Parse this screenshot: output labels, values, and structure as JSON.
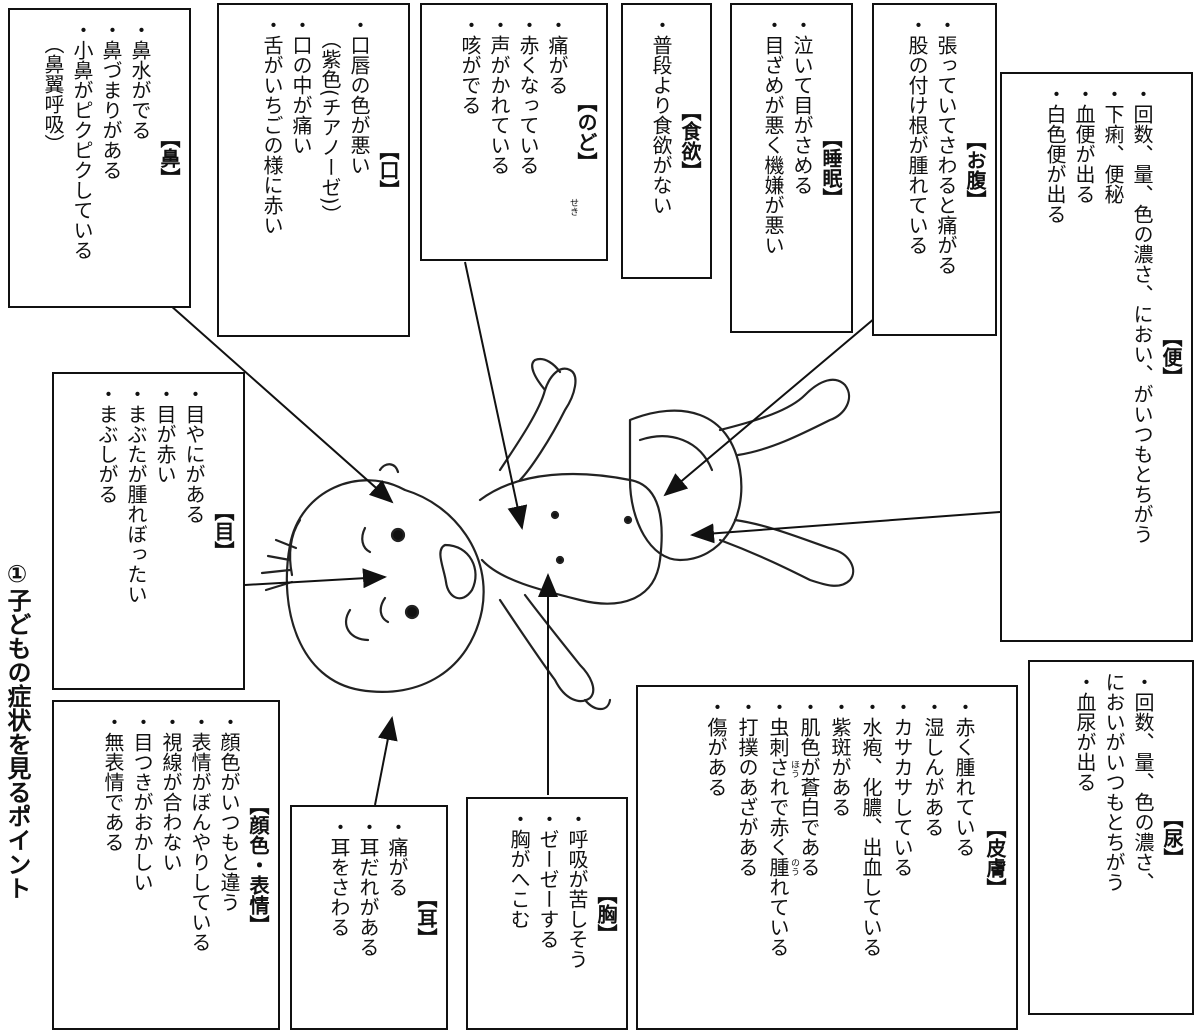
{
  "title": "①子どもの症状を見るポイント",
  "boxes": {
    "nose": {
      "heading": "【鼻】",
      "items": [
        "・鼻水がでる",
        "・鼻づまりがある",
        "・小鼻がピクピクしている"
      ],
      "note": "（鼻翼呼吸）"
    },
    "mouth": {
      "heading": "【口】",
      "items": [
        "・口唇の色が悪い",
        "・口の中が痛い",
        "・舌がいちごの様に赤い"
      ],
      "note": "（紫色(チアノーゼ)）"
    },
    "throat": {
      "heading": "【のど】",
      "items": [
        "・痛がる",
        "・赤くなっている",
        "・声がかれている",
        "・咳がでる"
      ]
    },
    "appetite": {
      "heading": "【食欲】",
      "items": [
        "・普段より食欲がない"
      ]
    },
    "sleep": {
      "heading": "【睡眠】",
      "items": [
        "・泣いて目がさめる",
        "・目ざめが悪く機嫌が悪い"
      ]
    },
    "belly": {
      "heading": "【お腹】",
      "items": [
        "・張っていてさわると痛がる",
        "・股の付け根が腫れている"
      ]
    },
    "stool": {
      "heading": "【便】",
      "items": [
        "・回数、量、色の濃さ、におい、がいつもとちがう",
        "・下痢、便秘",
        "・血便が出る",
        "・白色便が出る"
      ]
    },
    "eye": {
      "heading": "【目】",
      "items": [
        "・目やにがある",
        "・目が赤い",
        "・まぶたが腫れぼったい",
        "・まぶしがる"
      ]
    },
    "face": {
      "heading": "【顔色・表情】",
      "items": [
        "・顔色がいつもと違う",
        "・表情がぼんやりしている",
        "・視線が合わない",
        "・目つきがおかしい",
        "・無表情である"
      ]
    },
    "ear": {
      "heading": "【耳】",
      "items": [
        "・痛がる",
        "・耳だれがある",
        "・耳をさわる"
      ]
    },
    "chest": {
      "heading": "【胸】",
      "items": [
        "・呼吸が苦しそう",
        "・ゼーゼーする",
        "・胸がへこむ"
      ]
    },
    "skin": {
      "heading": "【皮膚】",
      "items": [
        "・赤く腫れている",
        "・湿しんがある",
        "・カサカサしている",
        "・水疱、化膿、出血している",
        "・紫斑がある",
        "・肌色が蒼白である",
        "・虫刺されで赤く腫れている",
        "・打撲のあざがある",
        "・傷がある"
      ]
    },
    "urine": {
      "heading": "【尿】",
      "items": [
        "・回数、量、色の濃さ、",
        "においがいつもとちがう",
        "・血尿が出る"
      ]
    }
  },
  "ruby": {
    "cough": "せき",
    "blister": "ほう",
    "pus": "のう"
  }
}
